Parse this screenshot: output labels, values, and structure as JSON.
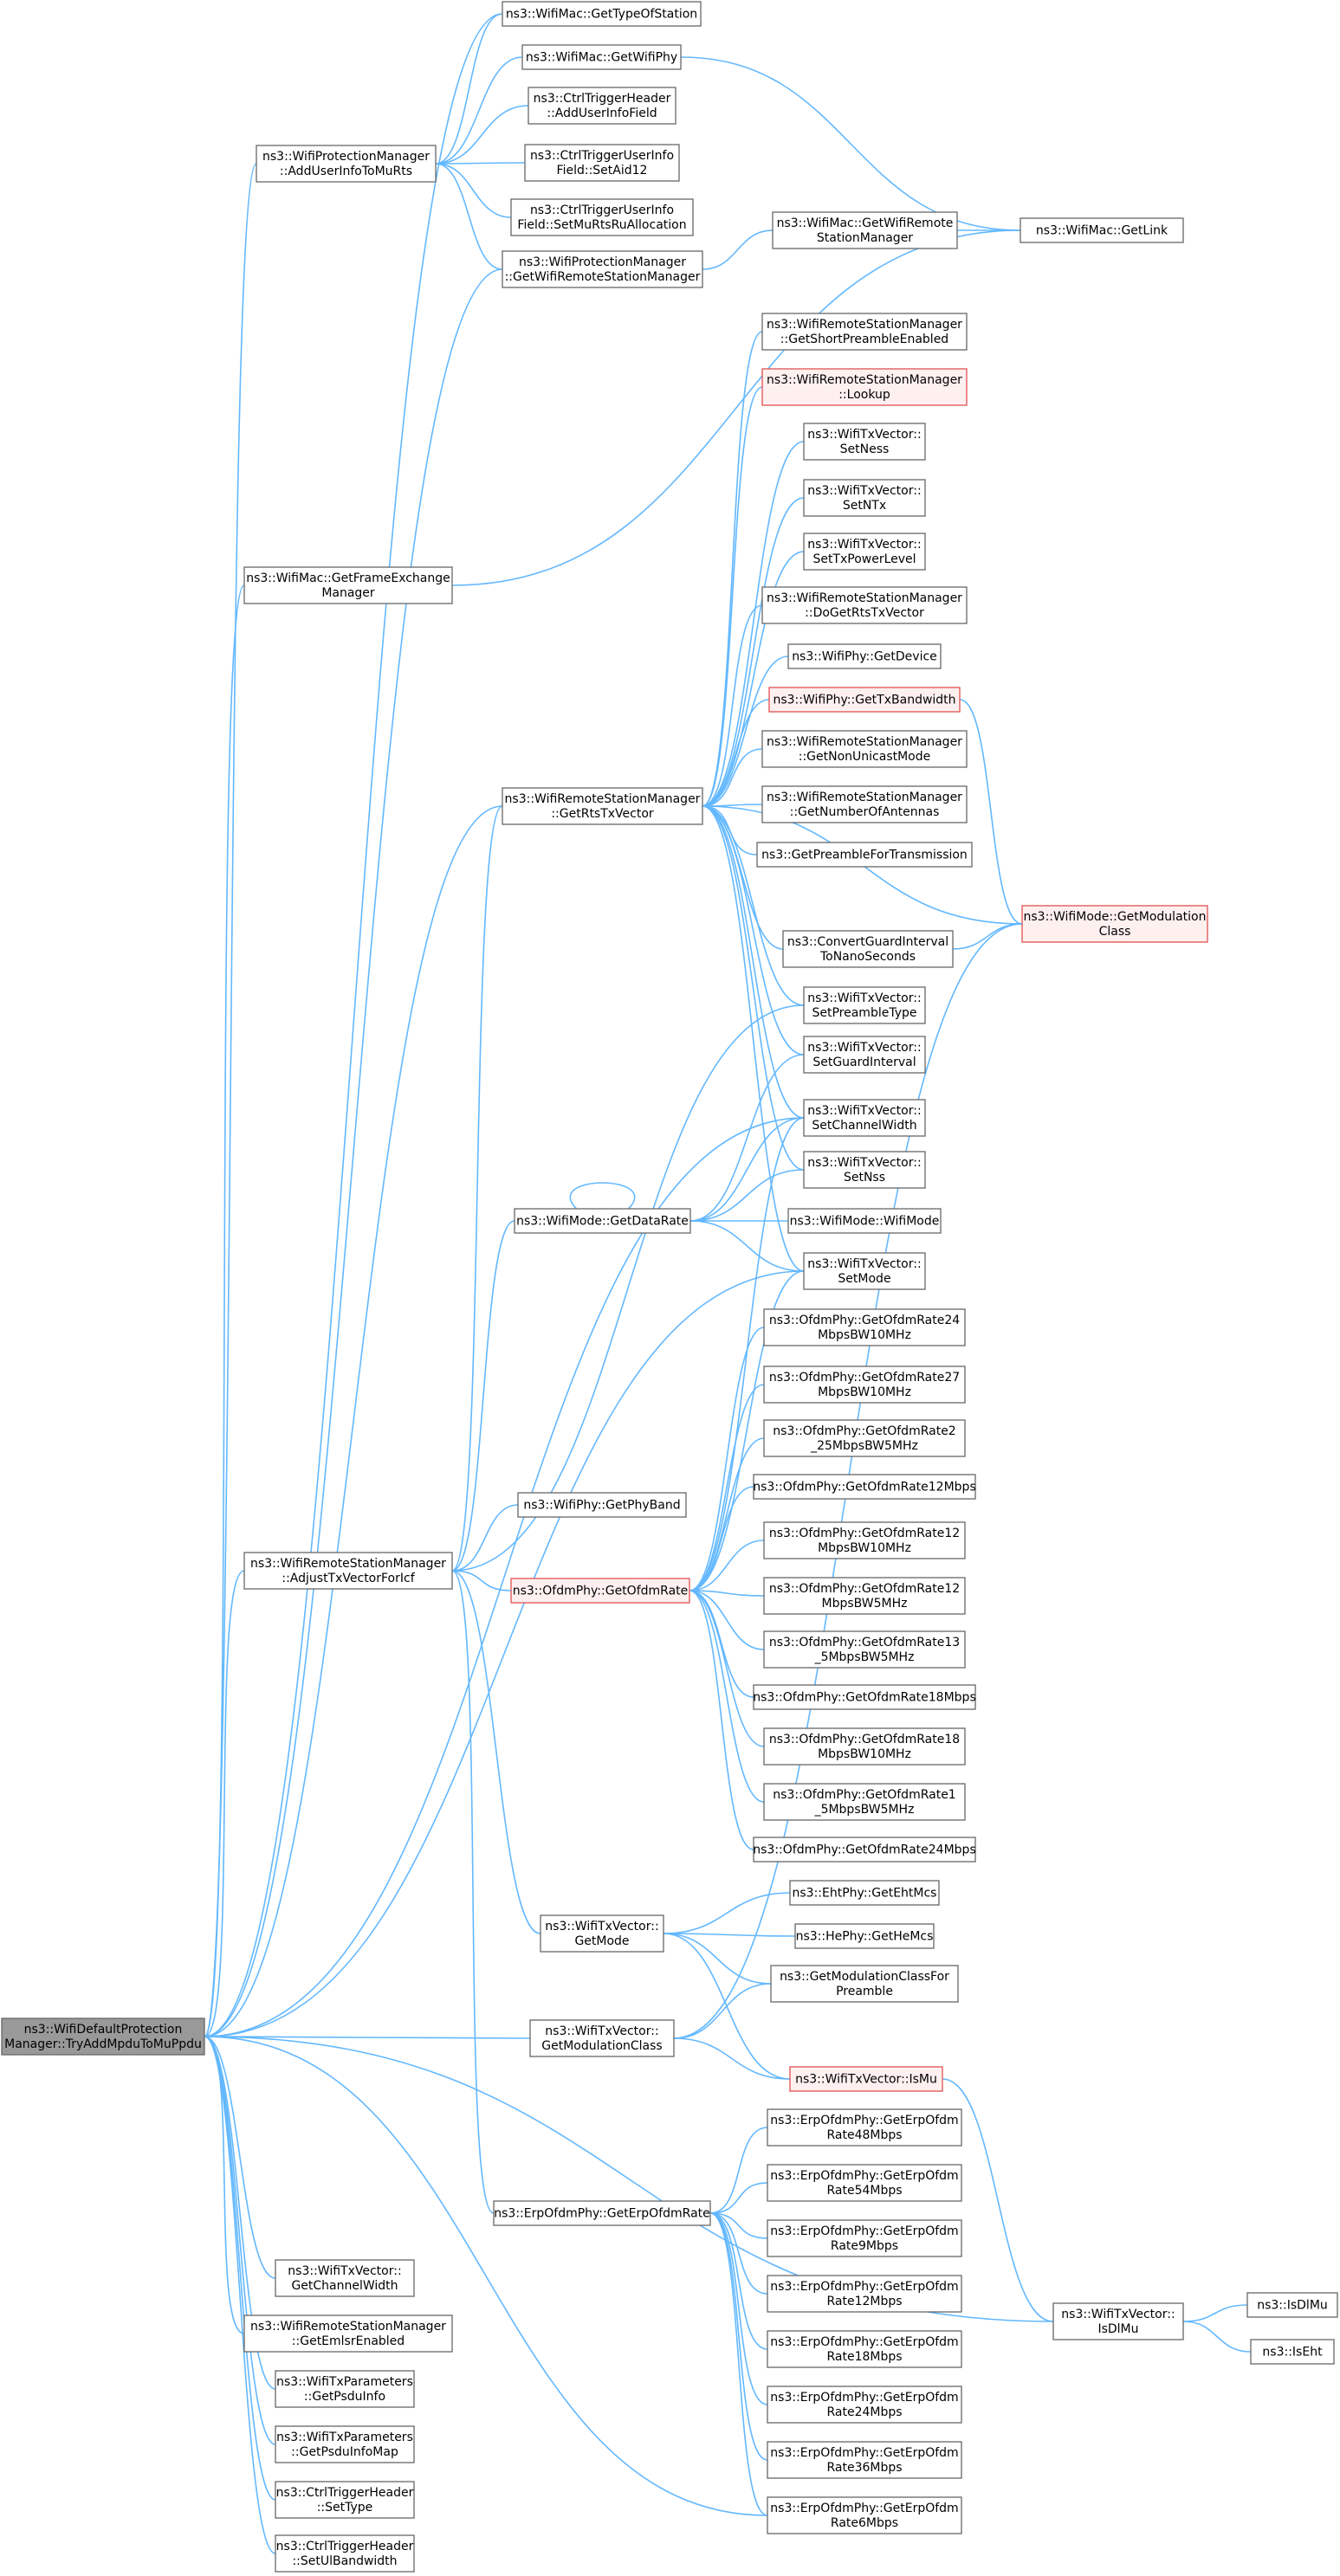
{
  "nodes": [
    {
      "id": "n1",
      "lines": [
        "ns3::WifiMac::GetTypeOfStation"
      ]
    },
    {
      "id": "n2",
      "lines": [
        "ns3::WifiMac::GetWifiPhy"
      ]
    },
    {
      "id": "n3",
      "lines": [
        "ns3::CtrlTriggerHeader",
        "::AddUserInfoField"
      ]
    },
    {
      "id": "n4",
      "lines": [
        "ns3::CtrlTriggerUserInfo",
        "Field::SetAid12"
      ]
    },
    {
      "id": "n5",
      "lines": [
        "ns3::CtrlTriggerUserInfo",
        "Field::SetMuRtsRuAllocation"
      ]
    },
    {
      "id": "n6",
      "lines": [
        "ns3::WifiProtectionManager",
        "::AddUserInfoToMuRts"
      ]
    },
    {
      "id": "n7",
      "lines": [
        "ns3::WifiProtectionManager",
        "::GetWifiRemoteStationManager"
      ]
    },
    {
      "id": "n8",
      "lines": [
        "ns3::WifiMac::GetWifiRemote",
        "StationManager"
      ]
    },
    {
      "id": "n9",
      "lines": [
        "ns3::WifiMac::GetLink"
      ]
    },
    {
      "id": "n10",
      "lines": [
        "ns3::WifiRemoteStationManager",
        "::GetShortPreambleEnabled"
      ]
    },
    {
      "id": "n11",
      "lines": [
        "ns3::WifiRemoteStationManager",
        "::Lookup"
      ],
      "style": "red"
    },
    {
      "id": "n12",
      "lines": [
        "ns3::WifiTxVector::",
        "SetNess"
      ]
    },
    {
      "id": "n13",
      "lines": [
        "ns3::WifiTxVector::",
        "SetNTx"
      ]
    },
    {
      "id": "n14",
      "lines": [
        "ns3::WifiTxVector::",
        "SetTxPowerLevel"
      ]
    },
    {
      "id": "n15",
      "lines": [
        "ns3::WifiRemoteStationManager",
        "::DoGetRtsTxVector"
      ]
    },
    {
      "id": "n16",
      "lines": [
        "ns3::WifiPhy::GetDevice"
      ]
    },
    {
      "id": "n17",
      "lines": [
        "ns3::WifiPhy::GetTxBandwidth"
      ],
      "style": "red"
    },
    {
      "id": "n18",
      "lines": [
        "ns3::WifiRemoteStationManager",
        "::GetNonUnicastMode"
      ]
    },
    {
      "id": "n19",
      "lines": [
        "ns3::WifiRemoteStationManager",
        "::GetNumberOfAntennas"
      ]
    },
    {
      "id": "n20",
      "lines": [
        "ns3::GetPreambleForTransmission"
      ]
    },
    {
      "id": "n21",
      "lines": [
        "ns3::WifiMac::GetFrameExchange",
        "Manager"
      ]
    },
    {
      "id": "n22",
      "lines": [
        "ns3::WifiRemoteStationManager",
        "::GetRtsTxVector"
      ]
    },
    {
      "id": "n23",
      "lines": [
        "ns3::WifiMode::GetModulation",
        "Class"
      ],
      "style": "red"
    },
    {
      "id": "n24",
      "lines": [
        "ns3::ConvertGuardInterval",
        "ToNanoSeconds"
      ]
    },
    {
      "id": "n25",
      "lines": [
        "ns3::WifiTxVector::",
        "SetPreambleType"
      ]
    },
    {
      "id": "n26",
      "lines": [
        "ns3::WifiTxVector::",
        "SetGuardInterval"
      ]
    },
    {
      "id": "n27",
      "lines": [
        "ns3::WifiTxVector::",
        "SetChannelWidth"
      ]
    },
    {
      "id": "n28",
      "lines": [
        "ns3::WifiTxVector::",
        "SetNss"
      ]
    },
    {
      "id": "n29",
      "lines": [
        "ns3::WifiMode::GetDataRate"
      ]
    },
    {
      "id": "n30",
      "lines": [
        "ns3::WifiMode::WifiMode"
      ]
    },
    {
      "id": "n31",
      "lines": [
        "ns3::WifiTxVector::",
        "SetMode"
      ]
    },
    {
      "id": "n32",
      "lines": [
        "ns3::OfdmPhy::GetOfdmRate24",
        "MbpsBW10MHz"
      ]
    },
    {
      "id": "n33",
      "lines": [
        "ns3::OfdmPhy::GetOfdmRate27",
        "MbpsBW10MHz"
      ]
    },
    {
      "id": "n34",
      "lines": [
        "ns3::OfdmPhy::GetOfdmRate2",
        "_25MbpsBW5MHz"
      ]
    },
    {
      "id": "n35",
      "lines": [
        "ns3::OfdmPhy::GetOfdmRate12Mbps"
      ]
    },
    {
      "id": "n36",
      "lines": [
        "ns3::WifiPhy::GetPhyBand"
      ]
    },
    {
      "id": "n37",
      "lines": [
        "ns3::OfdmPhy::GetOfdmRate12",
        "MbpsBW10MHz"
      ]
    },
    {
      "id": "n38",
      "lines": [
        "ns3::WifiRemoteStationManager",
        "::AdjustTxVectorForIcf"
      ]
    },
    {
      "id": "n39",
      "lines": [
        "ns3::OfdmPhy::GetOfdmRate"
      ],
      "style": "red"
    },
    {
      "id": "n40",
      "lines": [
        "ns3::OfdmPhy::GetOfdmRate12",
        "MbpsBW5MHz"
      ]
    },
    {
      "id": "n41",
      "lines": [
        "ns3::OfdmPhy::GetOfdmRate13",
        "_5MbpsBW5MHz"
      ]
    },
    {
      "id": "n42",
      "lines": [
        "ns3::OfdmPhy::GetOfdmRate18Mbps"
      ]
    },
    {
      "id": "n43",
      "lines": [
        "ns3::OfdmPhy::GetOfdmRate18",
        "MbpsBW10MHz"
      ]
    },
    {
      "id": "n44",
      "lines": [
        "ns3::OfdmPhy::GetOfdmRate1",
        "_5MbpsBW5MHz"
      ]
    },
    {
      "id": "n45",
      "lines": [
        "ns3::OfdmPhy::GetOfdmRate24Mbps"
      ]
    },
    {
      "id": "n46",
      "lines": [
        "ns3::EhtPhy::GetEhtMcs"
      ]
    },
    {
      "id": "n47",
      "lines": [
        "ns3::WifiTxVector::",
        "GetMode"
      ]
    },
    {
      "id": "n48",
      "lines": [
        "ns3::HePhy::GetHeMcs"
      ]
    },
    {
      "id": "n49",
      "lines": [
        "ns3::GetModulationClassFor",
        "Preamble"
      ]
    },
    {
      "id": "root",
      "lines": [
        "ns3::WifiDefaultProtection",
        "Manager::TryAddMpduToMuPpdu"
      ],
      "style": "root"
    },
    {
      "id": "n50",
      "lines": [
        "ns3::WifiTxVector::",
        "GetModulationClass"
      ]
    },
    {
      "id": "n51",
      "lines": [
        "ns3::WifiTxVector::IsMu"
      ],
      "style": "red"
    },
    {
      "id": "n52",
      "lines": [
        "ns3::ErpOfdmPhy::GetErpOfdm",
        "Rate48Mbps"
      ]
    },
    {
      "id": "n53",
      "lines": [
        "ns3::ErpOfdmPhy::GetErpOfdm",
        "Rate54Mbps"
      ]
    },
    {
      "id": "n54",
      "lines": [
        "ns3::ErpOfdmPhy::GetErpOfdmRate"
      ]
    },
    {
      "id": "n55",
      "lines": [
        "ns3::ErpOfdmPhy::GetErpOfdm",
        "Rate9Mbps"
      ]
    },
    {
      "id": "n56",
      "lines": [
        "ns3::ErpOfdmPhy::GetErpOfdm",
        "Rate12Mbps"
      ]
    },
    {
      "id": "n57",
      "lines": [
        "ns3::WifiTxVector::",
        "GetChannelWidth"
      ]
    },
    {
      "id": "n58",
      "lines": [
        "ns3::WifiTxVector::",
        "IsDlMu"
      ]
    },
    {
      "id": "n59",
      "lines": [
        "ns3::IsDlMu"
      ]
    },
    {
      "id": "n60",
      "lines": [
        "ns3::IsEht"
      ]
    },
    {
      "id": "n61",
      "lines": [
        "ns3::WifiRemoteStationManager",
        "::GetEmlsrEnabled"
      ]
    },
    {
      "id": "n62",
      "lines": [
        "ns3::ErpOfdmPhy::GetErpOfdm",
        "Rate18Mbps"
      ]
    },
    {
      "id": "n63",
      "lines": [
        "ns3::WifiTxParameters",
        "::GetPsduInfo"
      ]
    },
    {
      "id": "n64",
      "lines": [
        "ns3::ErpOfdmPhy::GetErpOfdm",
        "Rate24Mbps"
      ]
    },
    {
      "id": "n65",
      "lines": [
        "ns3::WifiTxParameters",
        "::GetPsduInfoMap"
      ]
    },
    {
      "id": "n66",
      "lines": [
        "ns3::ErpOfdmPhy::GetErpOfdm",
        "Rate36Mbps"
      ]
    },
    {
      "id": "n67",
      "lines": [
        "ns3::CtrlTriggerHeader",
        "::SetType"
      ]
    },
    {
      "id": "n68",
      "lines": [
        "ns3::ErpOfdmPhy::GetErpOfdm",
        "Rate6Mbps"
      ]
    },
    {
      "id": "n69",
      "lines": [
        "ns3::CtrlTriggerHeader",
        "::SetUlBandwidth"
      ]
    }
  ]
}
